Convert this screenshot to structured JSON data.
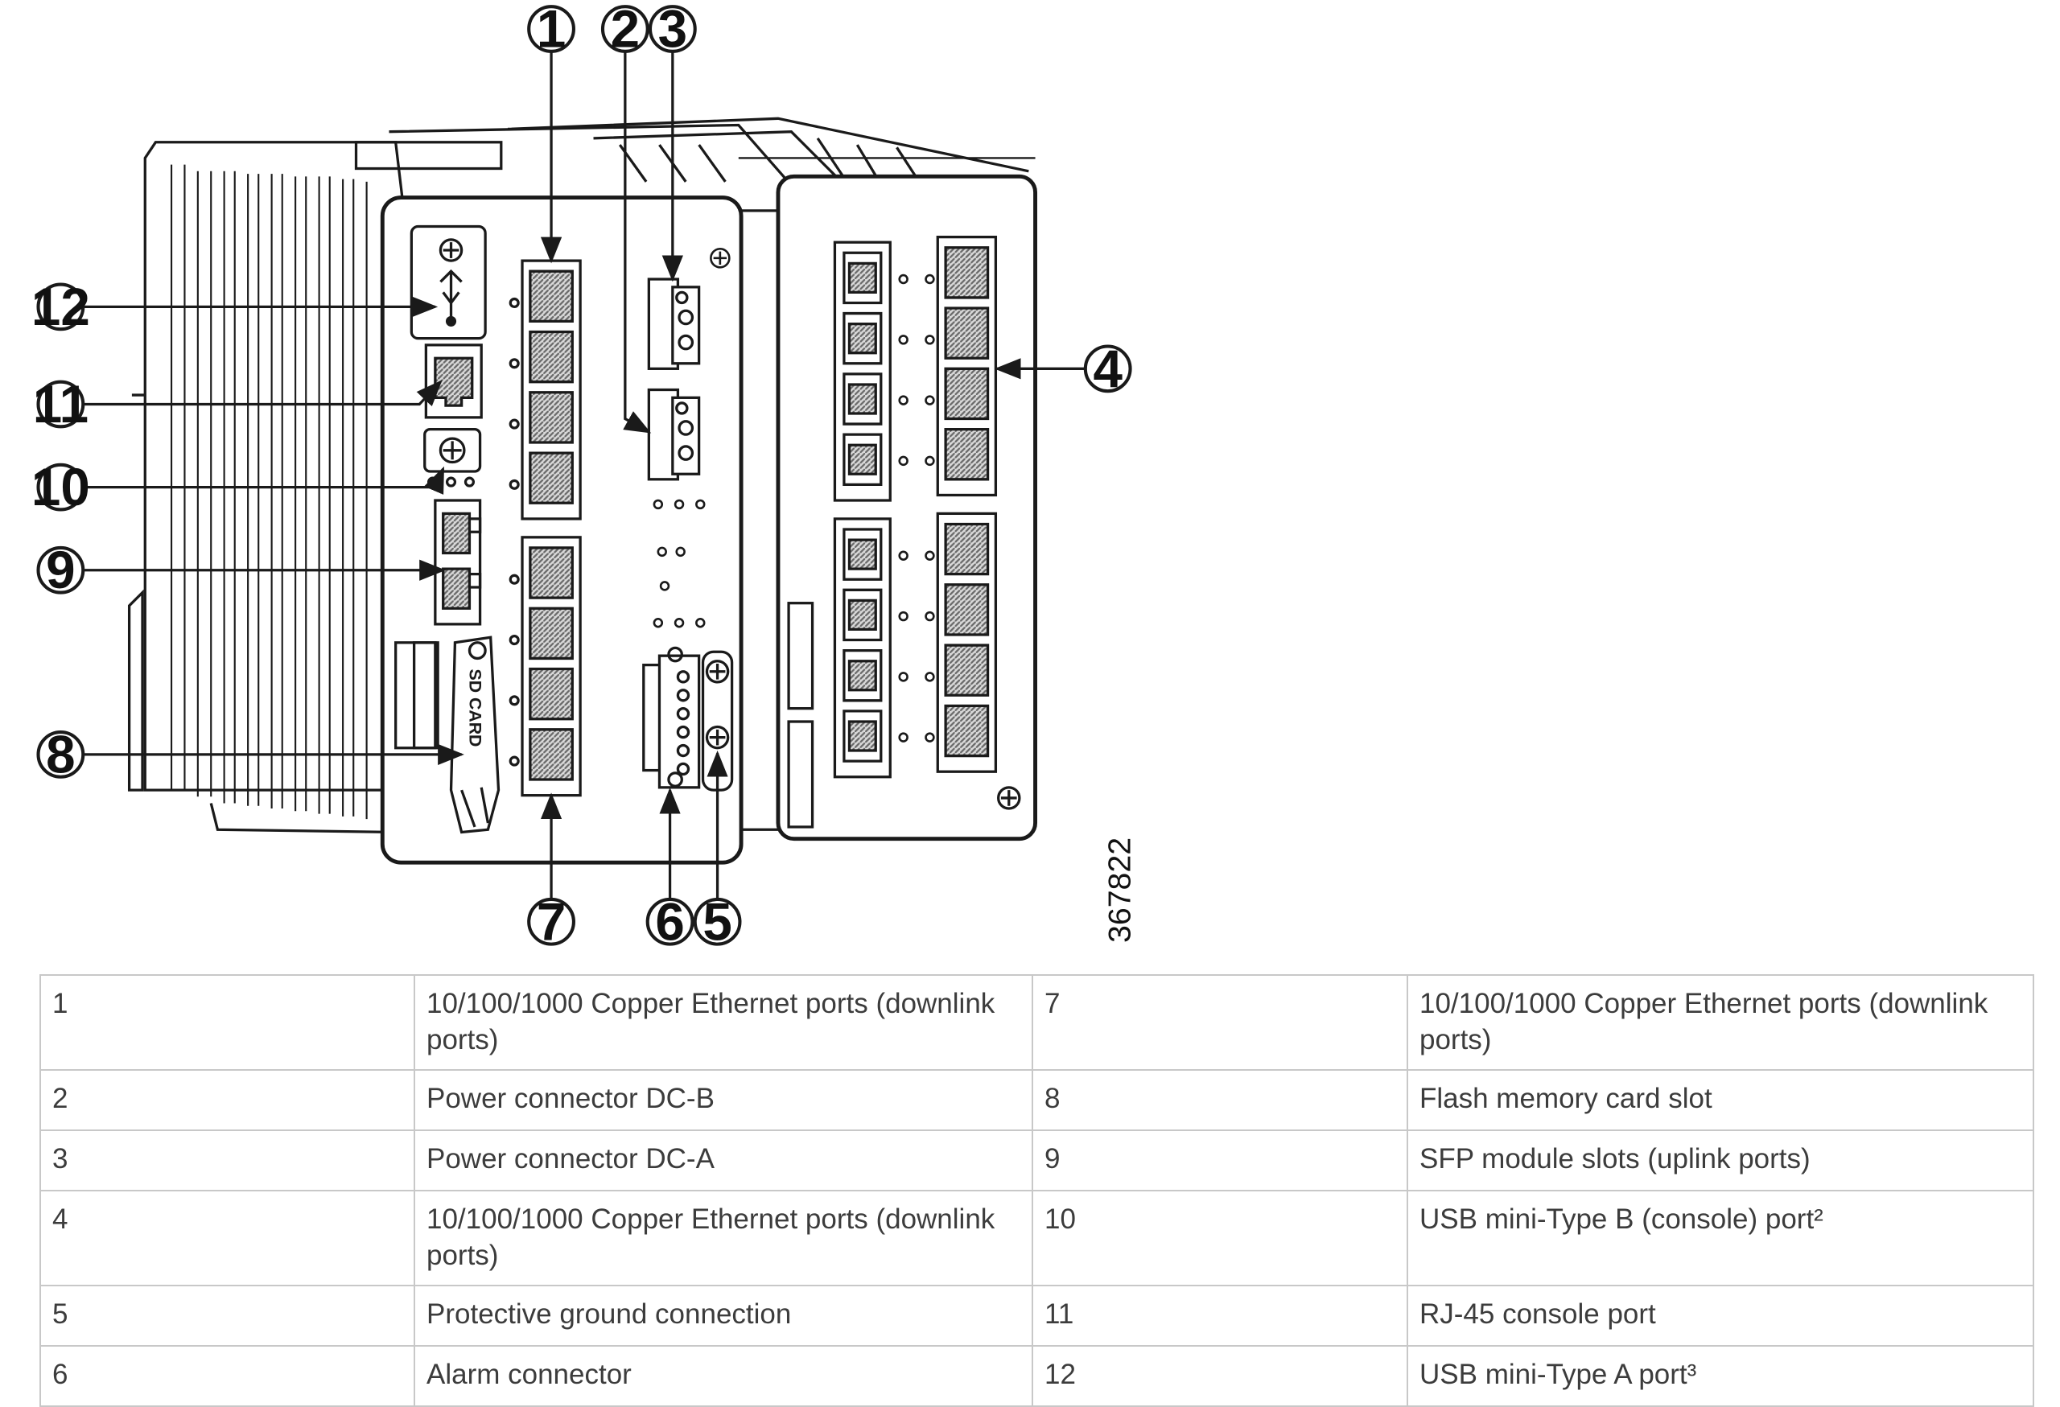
{
  "figure": {
    "callouts": [
      "1",
      "2",
      "3",
      "4",
      "5",
      "6",
      "7",
      "8",
      "9",
      "10",
      "11",
      "12"
    ],
    "figure_id": "367822",
    "panel_labels": {
      "sd_card": "SD CARD"
    },
    "colors": {
      "line": "#1a1a1a",
      "port_fill": "#8a8a8a",
      "background": "#ffffff",
      "table_border": "#c8c8c8",
      "table_text": "#3c3c3c"
    },
    "icons": [
      "usb-icon",
      "ground-screw-icon",
      "rj45-port-icon",
      "sfp-slot-icon",
      "terminal-block-icon",
      "sd-card-slot-icon"
    ]
  },
  "legend": {
    "rows": [
      {
        "num_a": "1",
        "desc_a": "10/100/1000 Copper Ethernet ports (downlink ports)",
        "num_b": "7",
        "desc_b": "10/100/1000 Copper Ethernet ports (downlink ports)"
      },
      {
        "num_a": "2",
        "desc_a": "Power connector DC-B",
        "num_b": "8",
        "desc_b": "Flash memory card slot"
      },
      {
        "num_a": "3",
        "desc_a": "Power connector DC-A",
        "num_b": "9",
        "desc_b": "SFP module slots (uplink ports)"
      },
      {
        "num_a": "4",
        "desc_a": "10/100/1000 Copper Ethernet ports (downlink ports)",
        "num_b": "10",
        "desc_b": "USB mini-Type B (console) port²"
      },
      {
        "num_a": "5",
        "desc_a": "Protective ground connection",
        "num_b": "11",
        "desc_b": "RJ-45 console port"
      },
      {
        "num_a": "6",
        "desc_a": "Alarm connector",
        "num_b": "12",
        "desc_b": "USB mini-Type A port³"
      }
    ]
  }
}
